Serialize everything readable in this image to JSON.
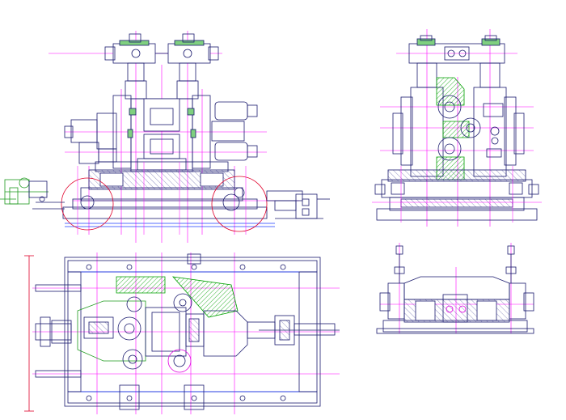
{
  "drawing": {
    "views": [
      {
        "name": "front-elevation-view"
      },
      {
        "name": "side-elevation-view"
      },
      {
        "name": "plan-view"
      },
      {
        "name": "end-section-view"
      }
    ]
  },
  "colors": {
    "outline": "#1a1a6e",
    "accent_blue": "#1e3cff",
    "centerline_magenta": "#ff00ff",
    "dimension_red": "#e0002a",
    "fill_green": "#7fd07f",
    "hatch_green": "#00a000",
    "background": "#ffffff"
  }
}
